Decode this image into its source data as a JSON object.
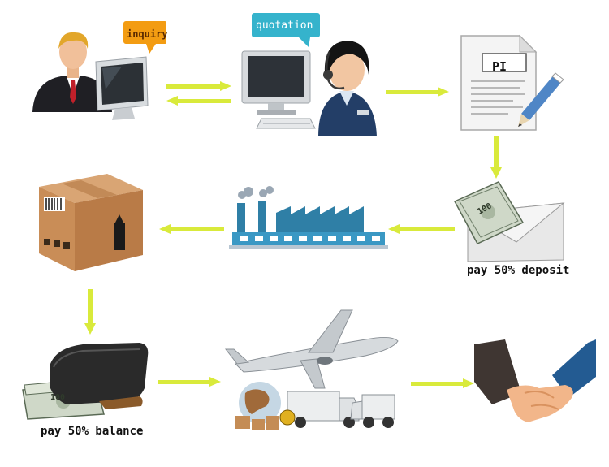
{
  "steps": {
    "inquiry": {
      "bubble": "inquiry"
    },
    "quotation": {
      "bubble": "quotation"
    },
    "proforma": {
      "doc_title": "PI"
    },
    "deposit": {
      "caption": "pay 50% deposit",
      "bill_value": "100"
    },
    "package": {},
    "factory": {},
    "balance": {
      "caption": "pay 50% balance",
      "bill_value": "100"
    },
    "shipping": {},
    "handshake": {}
  },
  "colors": {
    "arrow": "#d9ea3b",
    "bubble_orange": "#f39c12",
    "bubble_teal": "#35b3cc",
    "factory_blue": "#2f7fa6"
  }
}
